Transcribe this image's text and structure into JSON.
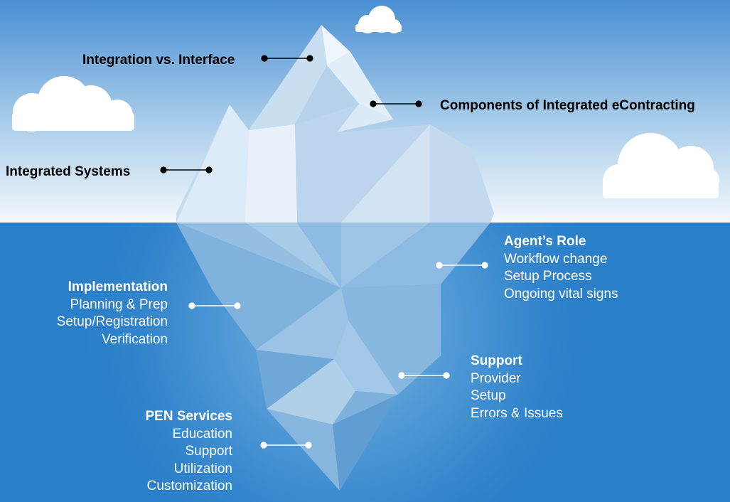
{
  "above_water": {
    "integration_vs_interface": "Integration vs. Interface",
    "components": "Components of Integrated eContracting",
    "integrated_systems": "Integrated Systems"
  },
  "below_water": {
    "agents_role": {
      "heading": "Agent’s Role",
      "items": [
        "Workflow change",
        "Setup Process",
        "Ongoing vital signs"
      ]
    },
    "implementation": {
      "heading": "Implementation",
      "items": [
        "Planning & Prep",
        "Setup/Registration",
        "Verification"
      ]
    },
    "support": {
      "heading": "Support",
      "items": [
        "Provider",
        "Setup",
        "Errors & Issues"
      ]
    },
    "pen_services": {
      "heading": "PEN Services",
      "items": [
        "Education",
        "Support",
        "Utilization",
        "Customization"
      ]
    }
  },
  "colors": {
    "sky_top": "#4d93d6",
    "sky_horizon": "#f2f8fc",
    "water": "#2a7fc9",
    "above_text": "#000000",
    "below_text": "#ffffff"
  }
}
